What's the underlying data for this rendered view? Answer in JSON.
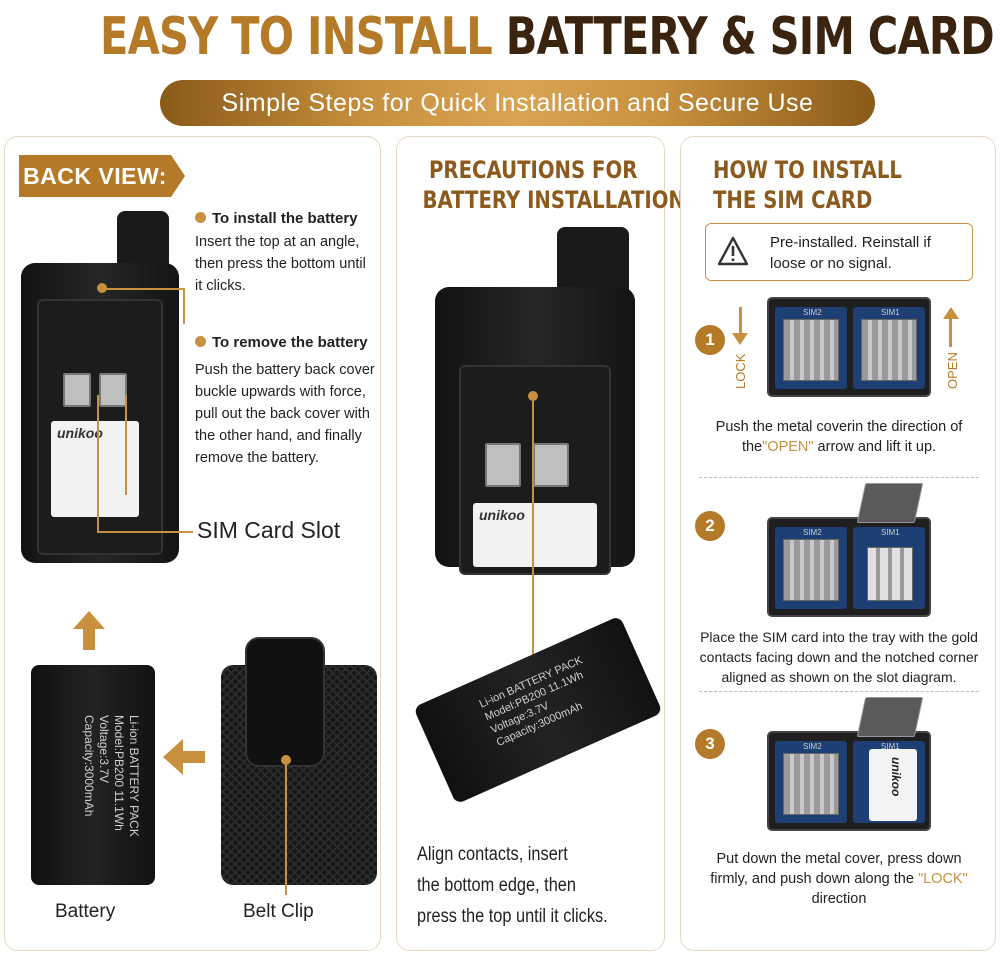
{
  "title": {
    "part1": "EASY TO INSTALL",
    "part2": "BATTERY & SIM CARD"
  },
  "subtitle": "Simple Steps for Quick Installation and Secure Use",
  "back_view": {
    "tag": "BACK VIEW:",
    "install_head": "To install the battery",
    "install_body": "Insert the top at an angle, then press the bottom until it clicks.",
    "remove_head": "To remove the battery",
    "remove_body": "Push the battery back cover buckle upwards with force, pull out the back cover with the other hand, and finally remove the battery.",
    "sim_slot_label": "SIM Card Slot",
    "label_brand": "unikoo",
    "battery_caption": "Battery",
    "belt_clip_caption": "Belt Clip",
    "battery_lines": [
      "Li-ion BATTERY PACK",
      "Model:PB200  11.1Wh",
      "Voltage:3.7V",
      "Capacity:3000mAh"
    ]
  },
  "precautions": {
    "heading_line1": "PRECAUTIONS FOR",
    "heading_line2": "BATTERY INSTALLATION",
    "label_brand": "unikoo",
    "battery_lines": [
      "Li-ion BATTERY PACK",
      "Model:PB200  11.1Wh",
      "Voltage:3.7V",
      "Capacity:3000mAh"
    ],
    "align_line1": "Align contacts, insert",
    "align_line2": "the bottom edge, then",
    "align_line3": "press the top until it clicks."
  },
  "sim_install": {
    "heading_line1": "HOW TO INSTALL",
    "heading_line2": "THE SIM CARD",
    "warning_line1": "Pre-installed. Reinstall if",
    "warning_line2": "loose or no signal.",
    "lock_label": "LOCK",
    "open_label": "OPEN",
    "sim1": "SIM1",
    "sim2": "SIM2",
    "card_brand": "unikoo",
    "steps": [
      {
        "num": "1",
        "pre": "Push the metal coverin the direction of the",
        "hl": "\"OPEN\"",
        "post": " arrow and lift it up."
      },
      {
        "num": "2",
        "text": "Place the SIM card into the tray with the gold contacts facing down and the notched corner aligned as shown on the slot diagram."
      },
      {
        "num": "3",
        "pre": "Put down the metal cover, press down firmly, and push down along the ",
        "hl": "\"LOCK\"",
        "post": " direction"
      }
    ]
  },
  "colors": {
    "gold": "#c8913f",
    "dark_brown": "#3a230f",
    "blue_bay": "#1d3f73"
  }
}
